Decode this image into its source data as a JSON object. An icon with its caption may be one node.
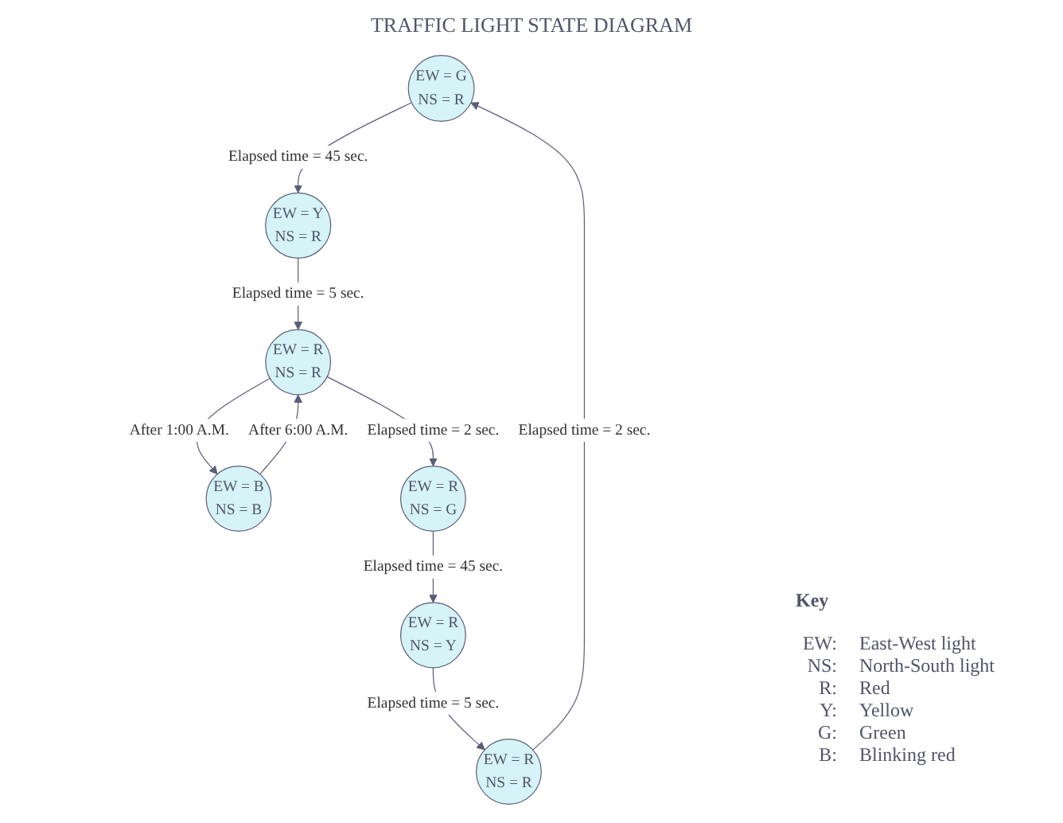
{
  "diagram": {
    "title": "TRAFFIC LIGHT STATE DIAGRAM",
    "nodes": [
      {
        "text": [
          "EW = G",
          "NS = R"
        ]
      },
      {
        "text": [
          "EW = Y",
          "NS = R"
        ]
      },
      {
        "text": [
          "EW = R",
          "NS = R"
        ]
      },
      {
        "text": [
          "EW = R",
          "NS = R"
        ]
      },
      {
        "text": [
          "EW = R",
          "NS = Y"
        ]
      },
      {
        "text": [
          "EW = B",
          "NS = B"
        ]
      },
      {
        "text": [
          "EW = R",
          "NS = G"
        ]
      }
    ],
    "edges": [
      {
        "from": 0,
        "to": 1,
        "arrow": "to",
        "label": "Elapsed time = 45 sec."
      },
      {
        "from": 1,
        "to": 3,
        "arrow": "to",
        "label": "Elapsed time = 5 sec."
      },
      {
        "from": 3,
        "to": 6,
        "arrow": "to",
        "label": "Elapsed time = 2 sec."
      },
      {
        "from": 6,
        "to": 4,
        "arrow": "to",
        "label": "Elapsed time = 45 sec."
      },
      {
        "from": 4,
        "to": 2,
        "arrow": "to",
        "label": "Elapsed time = 5 sec."
      },
      {
        "from": 2,
        "to": 0,
        "arrow": "to",
        "label": "Elapsed time = 2 sec."
      },
      {
        "from": 3,
        "to": 5,
        "arrow": "to",
        "label": "After 1:00 A.M."
      },
      {
        "from": 5,
        "to": 3,
        "arrow": "to",
        "label": "After 6:00 A.M."
      }
    ],
    "labels": [
      "Key",
      "EW:",
      "East-West light",
      "NS:",
      "North-South light",
      "R:",
      "Red",
      "Y:",
      "Yellow",
      "G:",
      "Green",
      "B:",
      "Blinking red"
    ]
  }
}
